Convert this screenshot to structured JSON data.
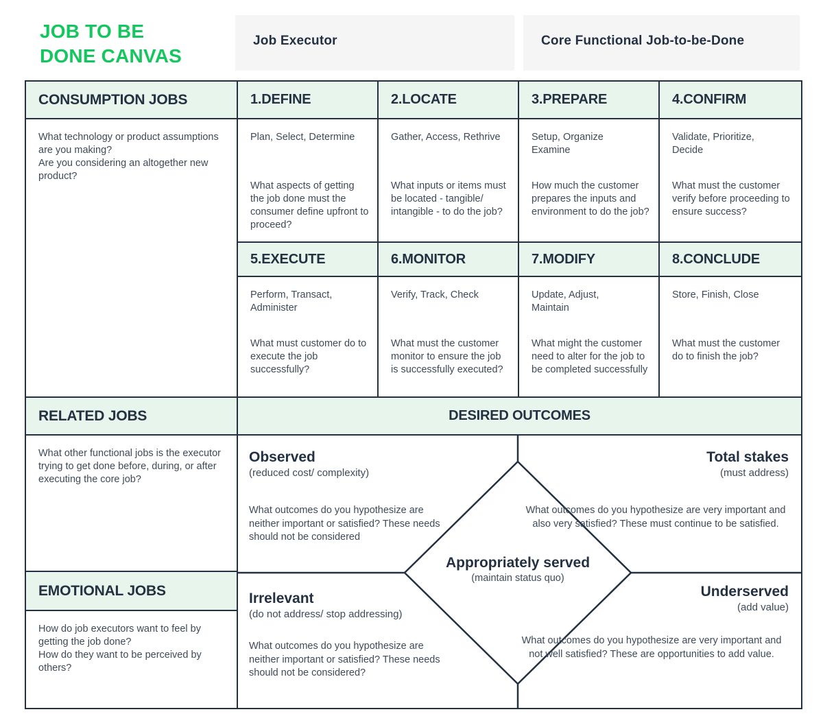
{
  "title": {
    "line1": "JOB TO BE",
    "line2": "DONE CANVAS"
  },
  "header_boxes": {
    "job_executor": "Job Executor",
    "core_job": "Core Functional Job-to-be-Done"
  },
  "consumption": {
    "header": "CONSUMPTION JOBS",
    "body": "What technology or product assumptions are you making?\nAre you considering an altogether new product?"
  },
  "stages": [
    {
      "name": "1.DEFINE",
      "verbs": "Plan, Select, Determine",
      "question": "What aspects of getting the job done must the consumer define upfront to proceed?"
    },
    {
      "name": "2.LOCATE",
      "verbs": "Gather, Access, Rethrive",
      "question": "What inputs or items must be located - tangible/ intangible - to do the job?"
    },
    {
      "name": "3.PREPARE",
      "verbs": "Setup, Organize\nExamine",
      "question": "How much the customer prepares the inputs and environment to do the job?"
    },
    {
      "name": "4.CONFIRM",
      "verbs": "Validate, Prioritize,\nDecide",
      "question": "What must the customer verify before proceeding to ensure success?"
    },
    {
      "name": "5.EXECUTE",
      "verbs": "Perform, Transact,\nAdminister",
      "question": "What must customer do to execute the job successfully?"
    },
    {
      "name": "6.MONITOR",
      "verbs": "Verify, Track, Check",
      "question": "What must the customer monitor to ensure the job is successfully executed?"
    },
    {
      "name": "7.MODIFY",
      "verbs": "Update, Adjust,\nMaintain",
      "question": "What might the customer need to alter for the job to be completed successfully"
    },
    {
      "name": "8.CONCLUDE",
      "verbs": "Store, Finish, Close",
      "question": "What must the customer do to finish the job?"
    }
  ],
  "related": {
    "header": "RELATED JOBS",
    "body": "What other functional jobs is the executor trying to get done before, during, or after executing the core job?"
  },
  "emotional": {
    "header": "EMOTIONAL JOBS",
    "body": "How do job executors want to feel by getting the job done?\nHow do they want to be perceived by others?"
  },
  "outcomes": {
    "header": "DESIRED OUTCOMES",
    "observed": {
      "title": "Observed",
      "subtitle": "(reduced cost/ complexity)",
      "body": "What outcomes do you hypothesize are neither important or satisfied? These needs should not be considered"
    },
    "total_stakes": {
      "title": "Total stakes",
      "subtitle": "(must address)",
      "body": "What outcomes do you hypothesize are very important and also very satisfied? These must continue to be satisfied."
    },
    "irrelevant": {
      "title": "Irrelevant",
      "subtitle": "(do not address/ stop addressing)",
      "body": "What outcomes do you hypothesize are neither important or satisfied? These needs should not be considered?"
    },
    "underserved": {
      "title": "Underserved",
      "subtitle": "(add value)",
      "body": "What outcomes do you hypothesize are very important and not well satisfied? These are opportunities to add value."
    },
    "center": {
      "title": "Appropriately served",
      "subtitle": "(maintain status quo)"
    }
  },
  "colors": {
    "accent_green": "#13c75e",
    "header_cell_bg": "#e7f5ec",
    "ink": "#243142",
    "body_text": "#3f4a58",
    "top_box_bg": "#f5f5f6"
  }
}
